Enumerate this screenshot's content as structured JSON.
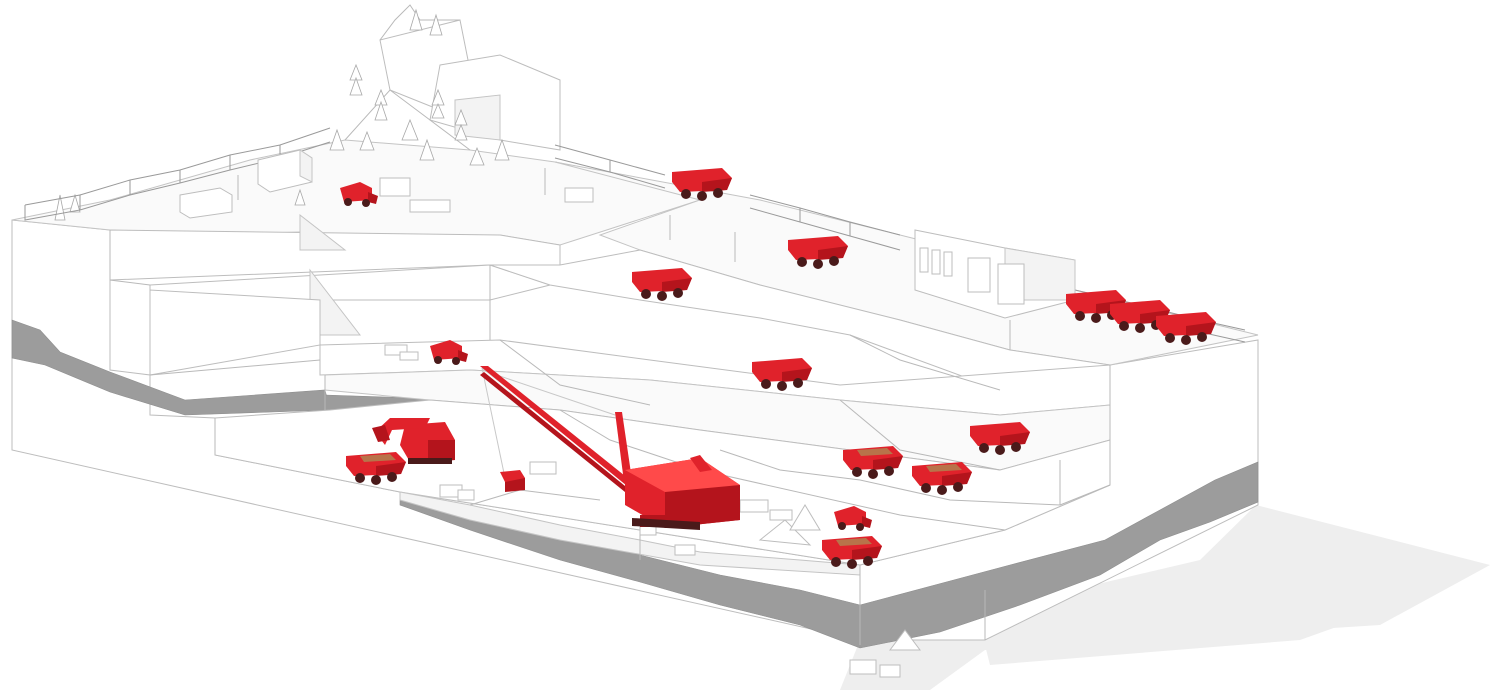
{
  "scene": {
    "colors": {
      "equipment": "#e0222b",
      "equipment_dark": "#b4141c",
      "rock_seam": "#9c9c9c",
      "linework": "#b9b9b9",
      "background": "#ffffff"
    },
    "elements": [
      "open-pit-mine-cutaway",
      "dragline-excavator",
      "hydraulic-shovel",
      "haul-trucks",
      "wheel-loaders",
      "maintenance-building",
      "site-office",
      "perimeter-fence",
      "forest-hill"
    ]
  }
}
